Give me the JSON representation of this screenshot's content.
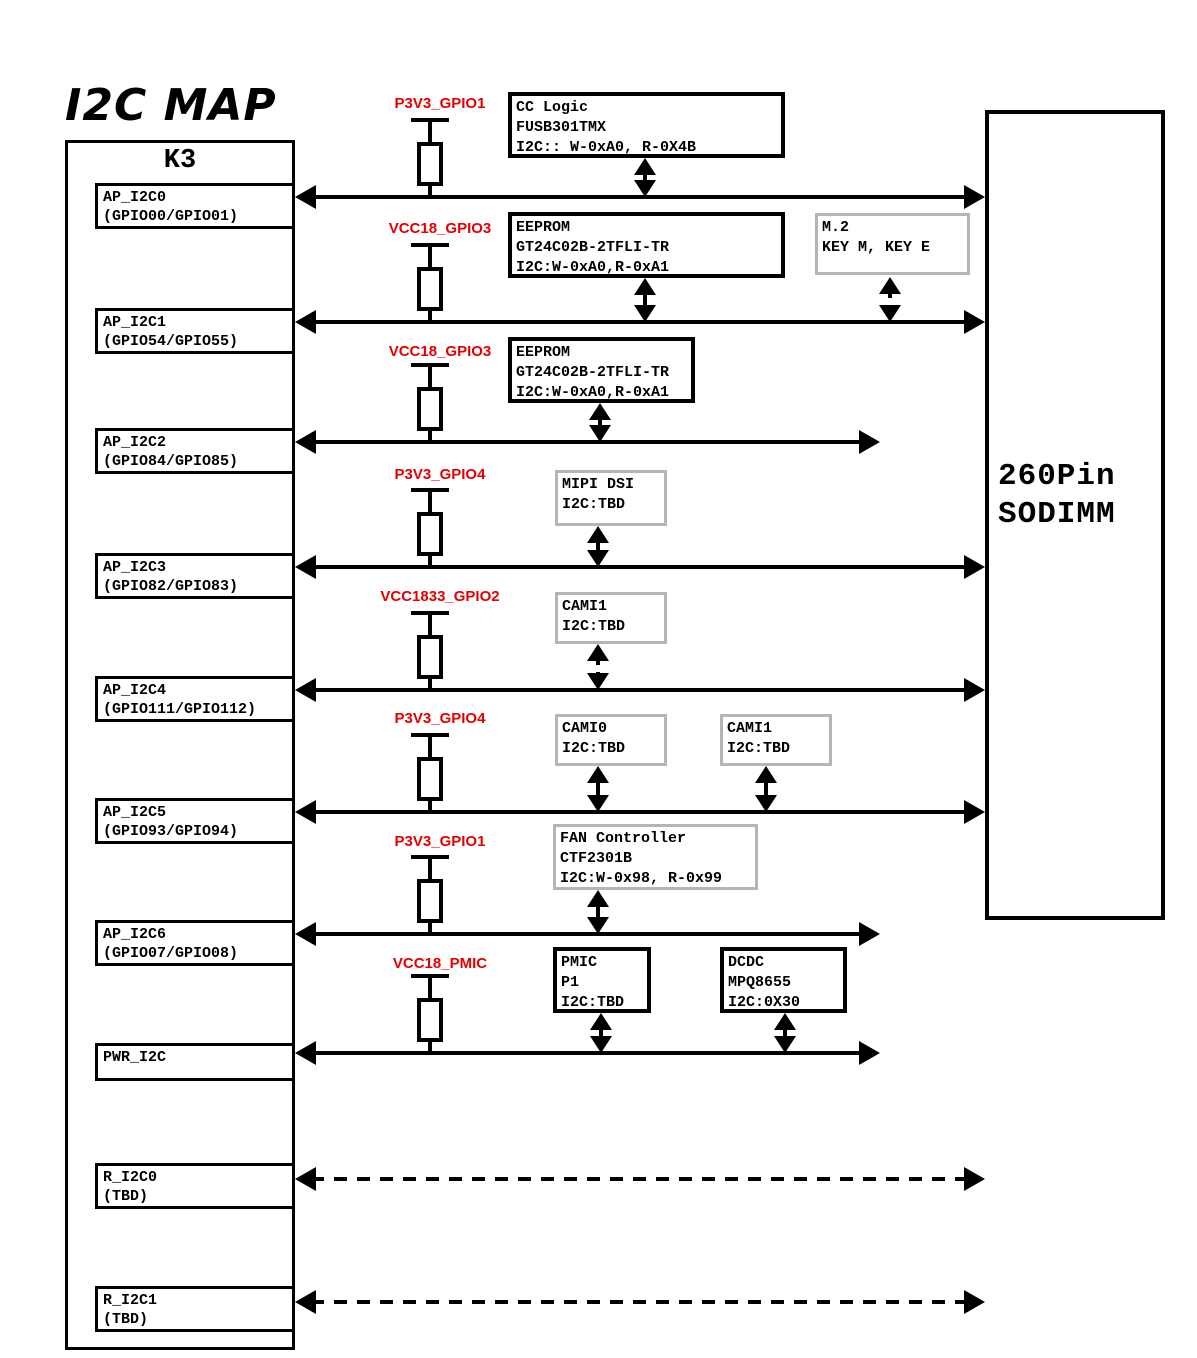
{
  "title": "I2C MAP",
  "colors": {
    "accent_red": "#e60000",
    "box_gray": "#b5b5b5"
  },
  "k3": {
    "label": "K3",
    "ports": [
      {
        "name": "AP_I2C0",
        "sub": "(GPIO00/GPIO01)"
      },
      {
        "name": "AP_I2C1",
        "sub": "(GPIO54/GPIO55)"
      },
      {
        "name": "AP_I2C2",
        "sub": "(GPIO84/GPIO85)"
      },
      {
        "name": "AP_I2C3",
        "sub": "(GPIO82/GPIO83)"
      },
      {
        "name": "AP_I2C4",
        "sub": "(GPIO111/GPIO112)"
      },
      {
        "name": "AP_I2C5",
        "sub": "(GPIO93/GPIO94)"
      },
      {
        "name": "AP_I2C6",
        "sub": "(GPIO07/GPIO08)"
      },
      {
        "name": "PWR_I2C",
        "sub": ""
      },
      {
        "name": "R_I2C0",
        "sub": "(TBD)"
      },
      {
        "name": "R_I2C1",
        "sub": "(TBD)"
      }
    ]
  },
  "sodimm": {
    "line1": "260Pin",
    "line2": "SODIMM"
  },
  "pullups": [
    {
      "label": "P3V3_GPIO1"
    },
    {
      "label": "VCC18_GPIO3"
    },
    {
      "label": "VCC18_GPIO3"
    },
    {
      "label": "P3V3_GPIO4"
    },
    {
      "label": "VCC1833_GPIO2"
    },
    {
      "label": "P3V3_GPIO4"
    },
    {
      "label": "P3V3_GPIO1"
    },
    {
      "label": "VCC18_PMIC"
    }
  ],
  "devices": {
    "cc_logic": {
      "lines": [
        "CC Logic",
        "FUSB301TMX",
        "I2C:: W-0xA0, R-0X4B"
      ]
    },
    "eeprom1": {
      "lines": [
        "EEPROM",
        "GT24C02B-2TFLI-TR",
        "I2C:W-0xA0,R-0xA1"
      ]
    },
    "m2": {
      "lines": [
        "M.2",
        "KEY M, KEY E"
      ]
    },
    "eeprom2": {
      "lines": [
        "EEPROM",
        "GT24C02B-2TFLI-TR",
        "I2C:W-0xA0,R-0xA1"
      ]
    },
    "mipi_dsi": {
      "lines": [
        "MIPI DSI",
        "I2C:TBD"
      ]
    },
    "cami1_row5": {
      "lines": [
        "CAMI1",
        "I2C:TBD"
      ]
    },
    "cami0": {
      "lines": [
        "CAMI0",
        "I2C:TBD"
      ]
    },
    "cami1_row6": {
      "lines": [
        "CAMI1",
        "I2C:TBD"
      ]
    },
    "fan": {
      "lines": [
        "FAN Controller",
        "CTF2301B",
        "I2C:W-0x98, R-0x99"
      ]
    },
    "pmic": {
      "lines": [
        "PMIC",
        "P1",
        "I2C:TBD"
      ]
    },
    "dcdc": {
      "lines": [
        "DCDC",
        "MPQ8655",
        "I2C:0X30"
      ]
    }
  }
}
